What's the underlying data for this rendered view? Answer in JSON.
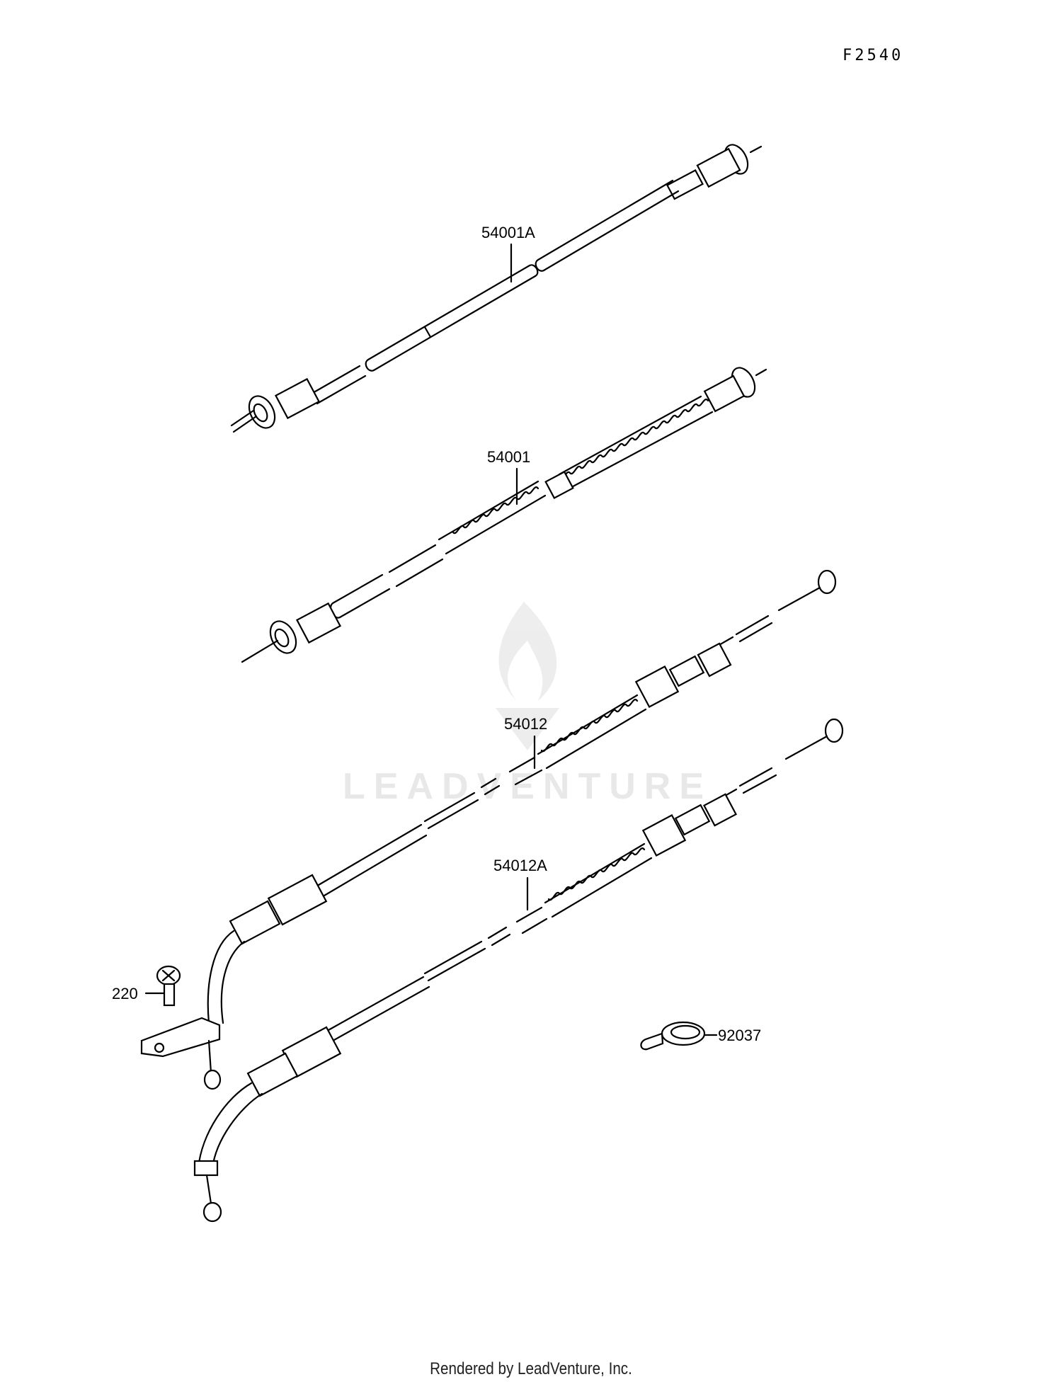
{
  "figure_code": "F2540",
  "watermark": {
    "text": "LEADVENTURE"
  },
  "footer": {
    "text": "Rendered by LeadVenture, Inc."
  },
  "parts": [
    {
      "ref": "54001A",
      "description": "speedometer cable"
    },
    {
      "ref": "54001",
      "description": "tachometer cable"
    },
    {
      "ref": "54012",
      "description": "throttle cable"
    },
    {
      "ref": "54012A",
      "description": "throttle cable"
    },
    {
      "ref": "220",
      "description": "screw"
    },
    {
      "ref": "92037",
      "description": "clamp"
    }
  ]
}
